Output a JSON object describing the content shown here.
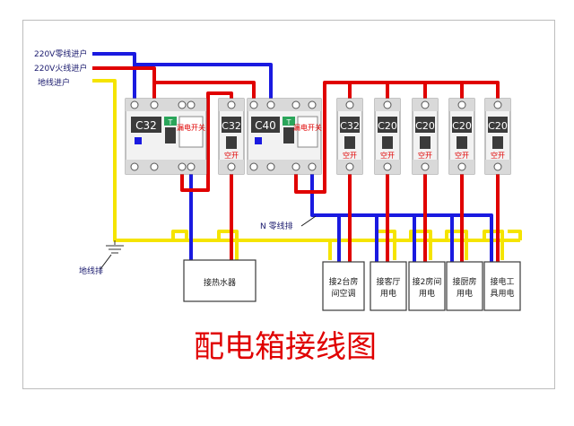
{
  "title": "配电箱接线图",
  "inputs": {
    "neutral_in": "220V零线进户",
    "live_in": "220V火线进户",
    "ground_in": "地线进户"
  },
  "labels": {
    "neutral_bar": "N 零线排",
    "ground_bar": "地线排"
  },
  "breakers": {
    "main_rcd": {
      "rating": "C32",
      "tag": "漏电开关",
      "test": "T"
    },
    "water_heater": {
      "rating": "C32",
      "tag": "空开"
    },
    "rcd2": {
      "rating": "C40",
      "tag": "漏电开关",
      "test": "T"
    },
    "b1": {
      "rating": "C32",
      "tag": "空开"
    },
    "b2": {
      "rating": "C20",
      "tag": "空开"
    },
    "b3": {
      "rating": "C20",
      "tag": "空开"
    },
    "b4": {
      "rating": "C20",
      "tag": "空开"
    },
    "b5": {
      "rating": "C20",
      "tag": "空开"
    }
  },
  "loads": {
    "water_heater": "接热水器",
    "l1_line1": "接2台房",
    "l1_line2": "间空调",
    "l2_line1": "接客厅",
    "l2_line2": "用电",
    "l3_line1": "接2房间",
    "l3_line2": "用电",
    "l4_line1": "接厨房",
    "l4_line2": "用电",
    "l5_line1": "接电工",
    "l5_line2": "具用电"
  },
  "colors": {
    "live": "#e00000",
    "neutral": "#1a1ae0",
    "ground": "#f5e400",
    "title": "#e00000",
    "label_text": "#1a1a6e"
  }
}
